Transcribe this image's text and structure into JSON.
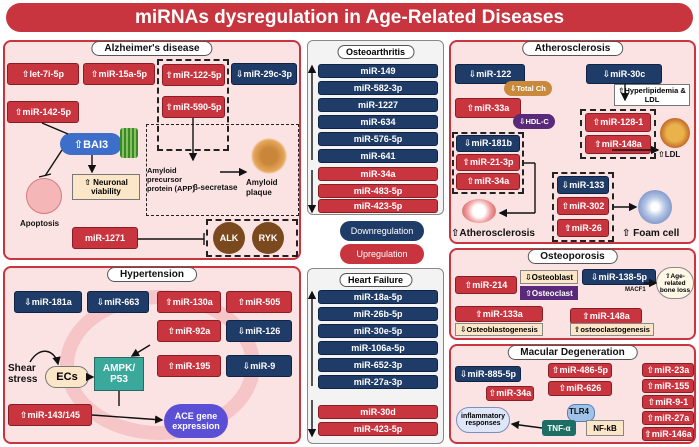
{
  "title": "miRNAs dysregulation in Age-Related Diseases",
  "alzheimers": {
    "title": "Alzheimer's disease",
    "mirs": [
      "⇧let-7i-5p",
      "⇧miR-15a-5p",
      "⇧miR-122-5p",
      "⇩miR-29c-3p",
      "⇧miR-142-5p",
      "⇧miR-590-5p",
      "miR-1271"
    ],
    "bai3": "⇧BAI3",
    "apoptosis": "Apoptosis",
    "neuronal": "⇧ Neuronal viability",
    "app": "Amyloid precursor protein (APP)",
    "secretase": "β-secretase",
    "plaque": "Amyloid plaque",
    "alk": "ALK",
    "ryk": "RYK"
  },
  "osteoarthritis": {
    "title": "Osteoarthritis",
    "blue": [
      "miR-149",
      "miR-582-3p",
      "miR-1227",
      "miR-634",
      "miR-576-5p",
      "miR-641"
    ],
    "red": [
      "miR-34a",
      "miR-483-5p",
      "miR-423-5p"
    ]
  },
  "legend": {
    "down": "Downregulation",
    "up": "Upregulation"
  },
  "heart_failure": {
    "title": "Heart Failure",
    "blue": [
      "miR-18a-5p",
      "miR-26b-5p",
      "miR-30e-5p",
      "miR-106a-5p",
      "miR-652-3p",
      "miR-27a-3p"
    ],
    "red": [
      "miR-30d",
      "miR-423-5p"
    ]
  },
  "hypertension": {
    "title": "Hypertension",
    "mirs": [
      "⇩miR-181a",
      "⇩miR-663",
      "⇧miR-130a",
      "⇧miR-505",
      "⇧miR-92a",
      "⇩miR-126",
      "⇧miR-195",
      "⇩miR-9",
      "⇧miR-143/145"
    ],
    "shear": "Shear stress",
    "ecs": "ECs",
    "ampk": "AMPK/ P53",
    "ace": "ACE gene expression"
  },
  "atherosclerosis": {
    "title": "Atherosclerosis",
    "mirs": [
      "⇩miR-122",
      "⇩miR-30c",
      "⇧miR-33a",
      "⇩miR-181b",
      "⇧miR-128-1",
      "⇧miR-148a",
      "⇧miR-21-3p",
      "⇧miR-34a",
      "⇩miR-133",
      "⇧miR-302",
      "⇧miR-26"
    ],
    "total_ch": "⇩Total Ch",
    "hdl": "⇩HDL-C",
    "hyper": "⇧Hyperlipidemia & LDL",
    "ldl": "⇧LDL",
    "athero": "⇧Atherosclerosis",
    "foam": "⇧ Foam cell"
  },
  "osteoporosis": {
    "title": "Osteoporosis",
    "mirs": [
      "⇧miR-214",
      "⇩miR-138-5p",
      "⇧miR-133a",
      "⇧miR-148a"
    ],
    "osteoblast": "⇩Osteoblast",
    "osteoclast": "⇧Osteoclast",
    "macf1": "MACF1",
    "age_bone": "⇧Age-related bone loss",
    "blastogenesis": "⇩Osteoblastogenesis",
    "clastogenesis": "⇧osteoclastogenesis"
  },
  "macular": {
    "title": "Macular Degeneration",
    "mirs": [
      "⇩miR-885-5p",
      "⇧miR-486-5p",
      "⇧miR-23a",
      "⇧miR-626",
      "⇧miR-155",
      "⇧miR-34a",
      "⇧miR-9-1",
      "⇧miR-27a",
      "⇧miR-146a"
    ],
    "inflam": "inflammatory responses",
    "tlr4": "TLR4",
    "tnf": "TNF-α",
    "nfkb": "NF-kB"
  },
  "colors": {
    "red": "#c9353f",
    "blue": "#1f3b68",
    "panel": "#fbe3e4"
  }
}
